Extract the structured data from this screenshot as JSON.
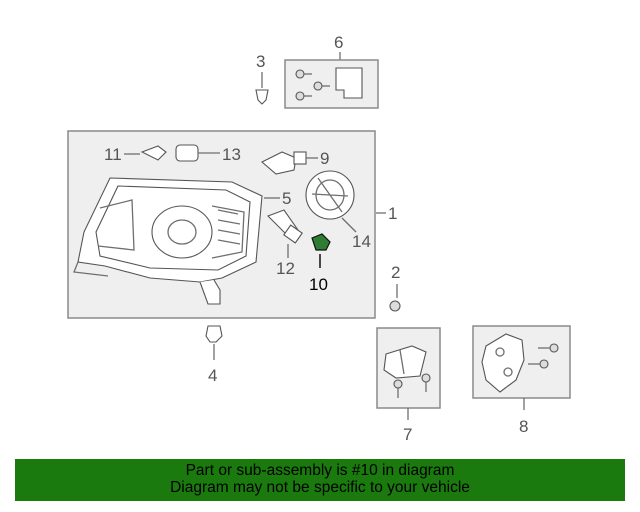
{
  "callouts": {
    "c1": "1",
    "c2": "2",
    "c3": "3",
    "c4": "4",
    "c5": "5",
    "c6": "6",
    "c7": "7",
    "c8": "8",
    "c9": "9",
    "c10": "10",
    "c11": "11",
    "c12": "12",
    "c13": "13",
    "c14": "14"
  },
  "highlight": {
    "part": "10",
    "color": "#2e7d32"
  },
  "banner": {
    "line1": "Part or sub-assembly is #10 in diagram",
    "line2": "Diagram may not be specific to your vehicle",
    "background": "#1a7a0e"
  }
}
